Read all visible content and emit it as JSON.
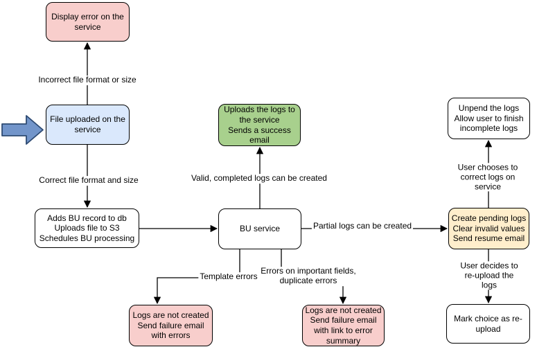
{
  "diagram": {
    "background_color": "#ffffff",
    "line_color": "#000000",
    "colors": {
      "pink": "#f8cecc",
      "blue": "#dae8fc",
      "green": "#a8d08d",
      "yellow": "#ffeecc",
      "white": "#ffffff"
    },
    "entry_arrow": {
      "name": "thick-right-arrow",
      "fill": "#7295ca",
      "stroke": "#2d4a72"
    },
    "nodes": [
      {
        "id": "display-error-on-service",
        "text": "Display error on the\nservice",
        "fill": "#f8cecc"
      },
      {
        "id": "file-uploaded-on-service",
        "text": "File uploaded on the\nservice",
        "fill": "#dae8fc"
      },
      {
        "id": "adds-bu-record",
        "text": "Adds BU record to db\nUploads file to S3\nSchedules BU processing",
        "fill": "#ffffff"
      },
      {
        "id": "uploads-logs-success-email",
        "text": "Uploads the logs to\nthe service\nSends a success\nemail",
        "fill": "#a8d08d"
      },
      {
        "id": "bu-service",
        "text": "BU service",
        "fill": "#ffffff"
      },
      {
        "id": "logs-not-created-with-errors",
        "text": "Logs are not created\nSend failure email\nwith errors",
        "fill": "#f8cecc"
      },
      {
        "id": "logs-not-created-error-summary",
        "text": "Logs are not created\nSend failure email\nwith link to error\nsummary",
        "fill": "#f8cecc"
      },
      {
        "id": "unpend-the-logs",
        "text": "Unpend the logs\nAllow user to finish\nincomplete logs",
        "fill": "#ffffff"
      },
      {
        "id": "create-pending-logs",
        "text": "Create pending logs\nClear invalid values\nSend resume email",
        "fill": "#ffeecc"
      },
      {
        "id": "mark-choice-reupload",
        "text": "Mark choice as re-\nupload",
        "fill": "#ffffff"
      }
    ],
    "edge_labels": [
      {
        "id": "incorrect-file",
        "text": "Incorrect file format or size"
      },
      {
        "id": "correct-file",
        "text": "Correct file format and size"
      },
      {
        "id": "valid-completed-logs",
        "text": "Valid, completed logs can be created"
      },
      {
        "id": "partial-logs",
        "text": "Partial logs can be created"
      },
      {
        "id": "template-errors",
        "text": "Template errors"
      },
      {
        "id": "important-field-errors",
        "text": "Errors on important fields,\nduplicate errors"
      },
      {
        "id": "user-corrects-on-service",
        "text": "User chooses to correct logs on service"
      },
      {
        "id": "user-reuploads",
        "text": "User decides to re-upload the logs"
      }
    ]
  }
}
